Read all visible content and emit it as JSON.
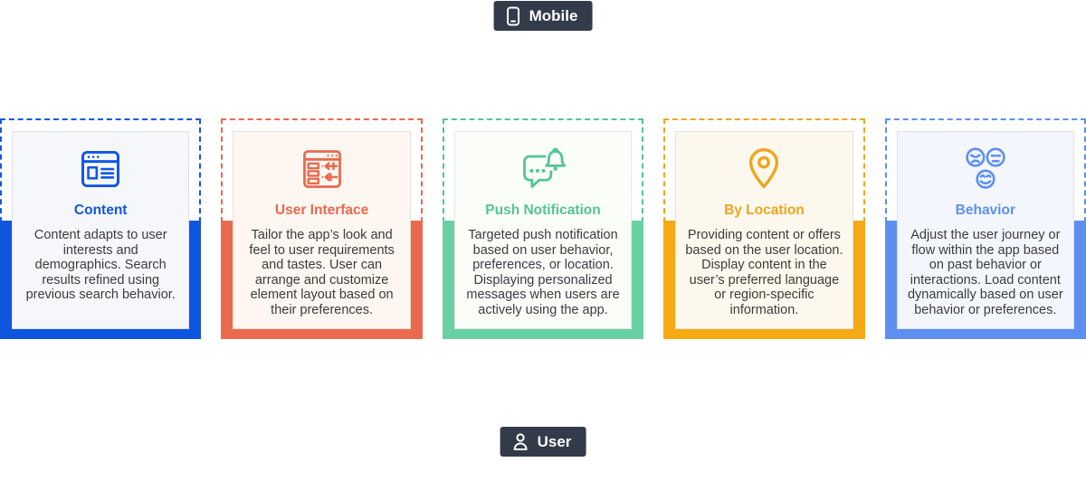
{
  "page": {
    "background": "#ffffff",
    "text_color": "#3c3c3c"
  },
  "top_badge": {
    "label": "Mobile",
    "icon": "smartphone-icon",
    "bg": "#333a49",
    "text_color": "#ffffff"
  },
  "bottom_badge": {
    "label": "User",
    "icon": "person-icon",
    "bg": "#333a49",
    "text_color": "#ffffff"
  },
  "cards": [
    {
      "title": "Content",
      "icon": "browser-content-icon",
      "description": "Content adapts to user\ninterests and\ndemographics. Search\nresults refined using\nprevious search behavior.",
      "colors": {
        "accent": "#1157e2",
        "block": "#0e55e0",
        "card_bg": "#f6f7fb"
      }
    },
    {
      "title": "User Interface",
      "icon": "layout-settings-icon",
      "description": "Tailor the app’s look and\nfeel to user requirements\nand tastes. User can\narrange and customize\nelement layout based on\ntheir preferences.",
      "colors": {
        "accent": "#e9694d",
        "block": "#ea6a4e",
        "card_bg": "#fdf6f1"
      }
    },
    {
      "title": "Push Notification",
      "icon": "chat-bell-icon",
      "description": "Targeted push notification\nbased on user behavior,\npreferences, or location.\nDisplaying personalized\nmessages when users are\nactively using the app.",
      "colors": {
        "accent": "#53c493",
        "block": "#68d1a4",
        "card_bg": "#fbfdf9"
      }
    },
    {
      "title": "By Location",
      "icon": "map-pin-icon",
      "description": "Providing content or offers\nbased on the user location.\nDisplay content in the\nuser’s preferred language\nor region-specific\ninformation.",
      "colors": {
        "accent": "#efa51e",
        "block": "#f5aa15",
        "card_bg": "#fdf8ed"
      }
    },
    {
      "title": "Behavior",
      "icon": "emoji-faces-icon",
      "description": "Adjust the user journey or\nflow within the app based\non past behavior or\ninteractions. Load content\ndynamically based on user\nbehavior or preferences.",
      "colors": {
        "accent": "#5d8ff1",
        "block": "#5d8ff1",
        "card_bg": "#f3f7fd"
      }
    }
  ]
}
